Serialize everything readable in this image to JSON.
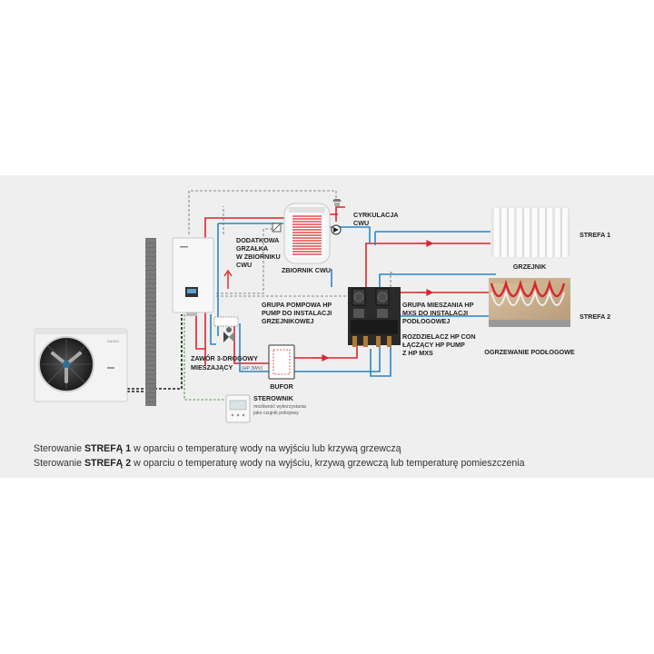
{
  "labels": {
    "cwu_tank": "ZBIORNIK CWU",
    "circulation_1": "CYRKULACJA",
    "circulation_2": "CWU",
    "heater_1": "DODATKOWA",
    "heater_2": "GRZAŁKA",
    "heater_3": "W ZBIORNIKU",
    "heater_4": "CWU",
    "pump_group_1": "GRUPA POMPOWA HP",
    "pump_group_2": "PUMP DO INSTALACJI",
    "pump_group_3": "GRZEJNIKOWEJ",
    "mix_group_1": "GRUPA MIESZANIA HP",
    "mix_group_2": "MXS DO INSTALACJI",
    "mix_group_3": "PODŁOGOWEJ",
    "manifold_1": "ROZDZIELACZ HP CON",
    "manifold_2": "ŁĄCZĄCY HP PUMP",
    "manifold_3": "Z HP MXS",
    "valve_1": "ZAWÓR 3-DROGOWY",
    "valve_2": "MIESZAJĄCY",
    "valve_note": "(HP 3WV)",
    "buffer": "BUFOR",
    "controller": "STEROWNIK",
    "controller_note_1": "możliwość wykorzystania",
    "controller_note_2": "jako czujnik pokojowy",
    "radiator": "GRZEJNIK",
    "zone1": "STREFA 1",
    "floor_heating": "OGRZEWANIE PODŁOGOWE",
    "zone2": "STREFA 2",
    "brand": "KAISAI"
  },
  "captions": [
    {
      "pre": "Sterowanie ",
      "bold": "STREFĄ 1",
      "post": " w oparciu o temperaturę wody na wyjściu lub krzywą grzewczą"
    },
    {
      "pre": "Sterowanie ",
      "bold": "STREFĄ 2",
      "post": " w oparciu o temperaturę wody na wyjściu, krzywą grzewczą lub temperaturę pomieszczenia"
    }
  ],
  "colors": {
    "hot": "#d9262c",
    "cold": "#2a86c9",
    "signal": "#4aa03c",
    "dashed": "#8a8a8a",
    "background": "#efefef"
  }
}
